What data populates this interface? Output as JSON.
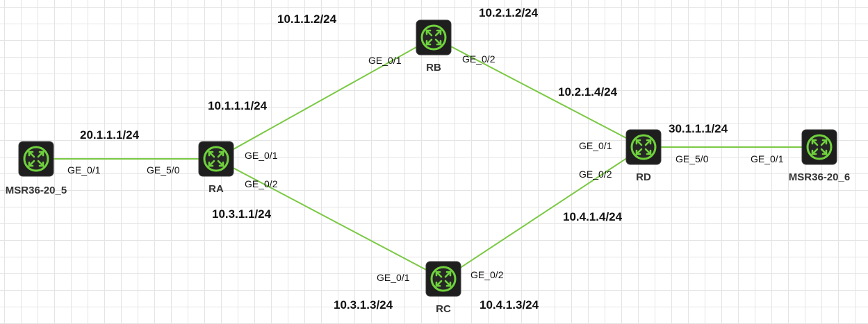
{
  "colors": {
    "link": "#7ac943",
    "router_body": "#1e1e1e",
    "router_ring": "#6fd23c",
    "grid": "#e4e4e4"
  },
  "nodes": [
    {
      "id": "msr5",
      "label": "MSR36-20_5",
      "icon": "router-icon"
    },
    {
      "id": "ra",
      "label": "RA",
      "icon": "router-icon"
    },
    {
      "id": "rb",
      "label": "RB",
      "icon": "router-icon"
    },
    {
      "id": "rc",
      "label": "RC",
      "icon": "router-icon"
    },
    {
      "id": "rd",
      "label": "RD",
      "icon": "router-icon"
    },
    {
      "id": "msr6",
      "label": "MSR36-20_6",
      "icon": "router-icon"
    }
  ],
  "links": [
    {
      "id": "msr5-ra",
      "from": "msr5",
      "to": "ra"
    },
    {
      "id": "ra-rb",
      "from": "ra",
      "to": "rb"
    },
    {
      "id": "ra-rc",
      "from": "ra",
      "to": "rc"
    },
    {
      "id": "rb-rd",
      "from": "rb",
      "to": "rd"
    },
    {
      "id": "rc-rd",
      "from": "rc",
      "to": "rd"
    },
    {
      "id": "rd-msr6",
      "from": "rd",
      "to": "msr6"
    }
  ],
  "ip_labels": {
    "ra_msr5": "20.1.1.1/24",
    "ra_rb": "10.1.1.1/24",
    "rb_ra": "10.1.1.2/24",
    "rb_rd": "10.2.1.2/24",
    "rd_rb": "10.2.1.4/24",
    "rd_msr6": "30.1.1.1/24",
    "ra_rc": "10.3.1.1/24",
    "rd_rc": "10.4.1.4/24",
    "rc_ra": "10.3.1.3/24",
    "rc_rd": "10.4.1.3/24"
  },
  "port_labels": {
    "msr5_ge01": "GE_0/1",
    "ra_ge50": "GE_5/0",
    "ra_ge01": "GE_0/1",
    "ra_ge02": "GE_0/2",
    "rb_ge01": "GE_0/1",
    "rb_ge02": "GE_0/2",
    "rd_ge01": "GE_0/1",
    "rd_ge02": "GE_0/2",
    "rd_ge50": "GE_5/0",
    "msr6_ge01": "GE_0/1",
    "rc_ge01": "GE_0/1",
    "rc_ge02": "GE_0/2"
  }
}
